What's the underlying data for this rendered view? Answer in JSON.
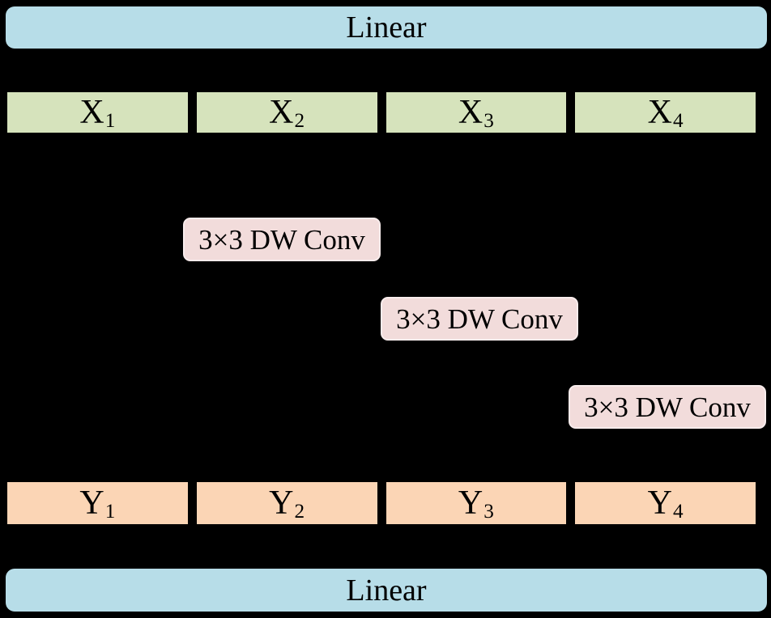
{
  "colors": {
    "background": "#000000",
    "text": "#000000",
    "linear_fill": "#b7dde8",
    "x_fill": "#d6e3bc",
    "y_fill": "#fbd5b5",
    "conv_fill": "#f2dcdb"
  },
  "linear_top": {
    "label": "Linear"
  },
  "linear_bottom": {
    "label": "Linear"
  },
  "x_row": {
    "cells": [
      {
        "main": "X",
        "sub": "1"
      },
      {
        "main": "X",
        "sub": "2"
      },
      {
        "main": "X",
        "sub": "3"
      },
      {
        "main": "X",
        "sub": "4"
      }
    ]
  },
  "conv_blocks": [
    {
      "label": "3×3 DW Conv"
    },
    {
      "label": "3×3 DW Conv"
    },
    {
      "label": "3×3 DW Conv"
    }
  ],
  "y_row": {
    "cells": [
      {
        "main": "Y",
        "sub": "1"
      },
      {
        "main": "Y",
        "sub": "2"
      },
      {
        "main": "Y",
        "sub": "3"
      },
      {
        "main": "Y",
        "sub": "4"
      }
    ]
  }
}
